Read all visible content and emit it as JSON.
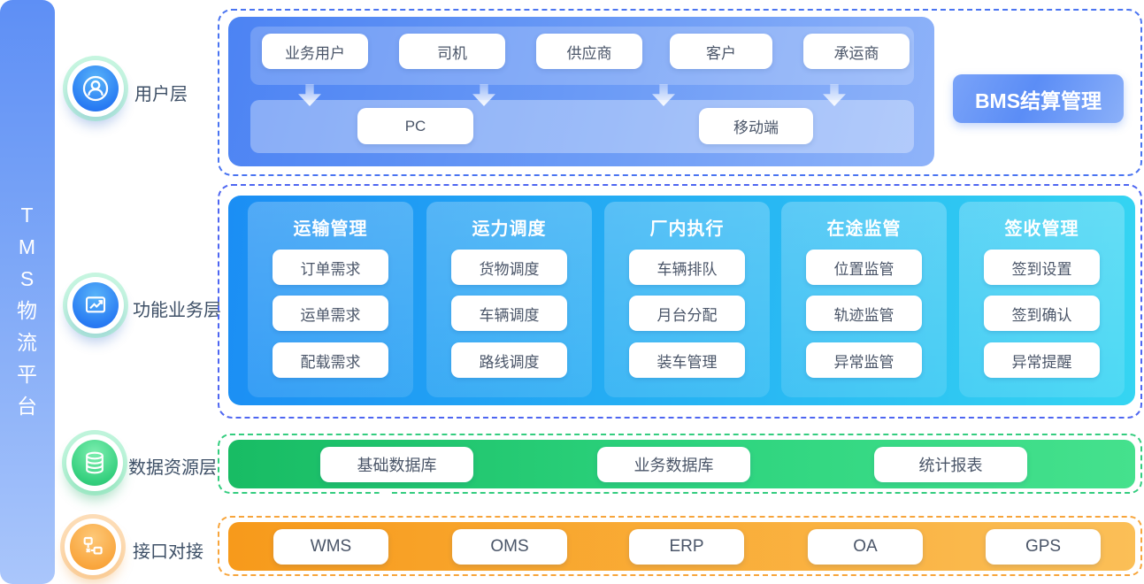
{
  "platform": {
    "title": "TMS物流平台",
    "title_chars": [
      "T",
      "M",
      "S",
      "物",
      "流",
      "平",
      "台"
    ]
  },
  "layers": [
    {
      "label": "用户层",
      "icon": "user-icon"
    },
    {
      "label": "功能业务层",
      "icon": "chart-icon"
    },
    {
      "label": "数据资源层",
      "icon": "database-icon"
    },
    {
      "label": "接口对接",
      "icon": "interface-icon"
    }
  ],
  "user_layer": {
    "roles": [
      "业务用户",
      "司机",
      "供应商",
      "客户",
      "承运商"
    ],
    "devices": [
      "PC",
      "移动端"
    ]
  },
  "bms": {
    "label": "BMS结算管理"
  },
  "functional_layer": {
    "columns": [
      {
        "title": "运输管理",
        "items": [
          "订单需求",
          "运单需求",
          "配载需求"
        ]
      },
      {
        "title": "运力调度",
        "items": [
          "货物调度",
          "车辆调度",
          "路线调度"
        ]
      },
      {
        "title": "厂内执行",
        "items": [
          "车辆排队",
          "月台分配",
          "装车管理"
        ]
      },
      {
        "title": "在途监管",
        "items": [
          "位置监管",
          "轨迹监管",
          "异常监管"
        ]
      },
      {
        "title": "签收管理",
        "items": [
          "签到设置",
          "签到确认",
          "异常提醒"
        ]
      }
    ]
  },
  "data_layer": {
    "items": [
      "基础数据库",
      "业务数据库",
      "统计报表"
    ]
  },
  "interface_layer": {
    "items": [
      "WMS",
      "OMS",
      "ERP",
      "OA",
      "GPS"
    ]
  },
  "colors": {
    "primary_blue": "#4a74f1",
    "panel_blue": "#5b8df6",
    "func_cyan": "#35d5f2",
    "data_green": "#2fd57f",
    "interface_orange": "#f8a534"
  }
}
